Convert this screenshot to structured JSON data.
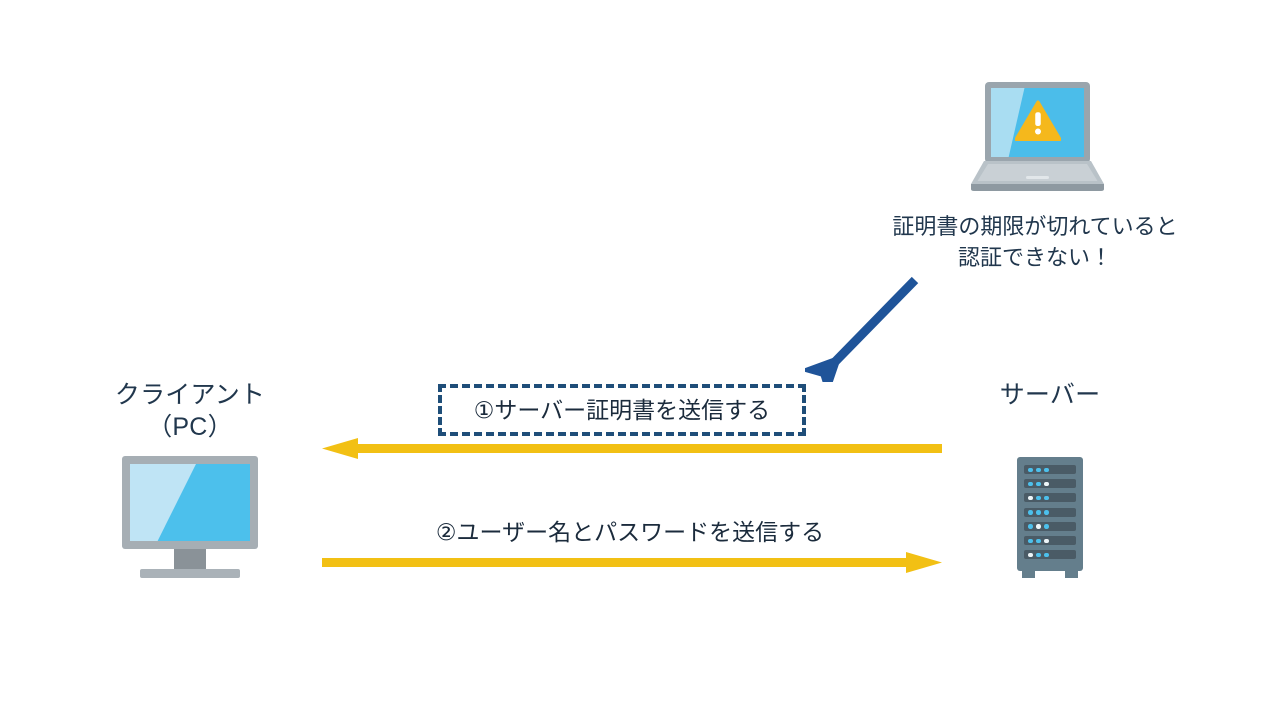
{
  "diagram": {
    "title_alt": "TLS certificate authentication flow diagram",
    "background_color": "#ffffff",
    "accent_colors": {
      "text_navy": "#21374d",
      "dashed_border_blue": "#1f4e79",
      "arrow_blue": "#1f5499",
      "arrow_yellow": "#f2c014",
      "screen_light_blue": "#bfe4f5",
      "screen_blue": "#4cc0ec",
      "warning_amber": "#f5b81c",
      "server_body": "#647e8c",
      "device_gray": "#a6aeb4"
    }
  },
  "nodes": {
    "client": {
      "label_line1": "クライアント",
      "label_line2": "（PC）",
      "icon_name": "desktop-monitor-icon"
    },
    "server": {
      "label": "サーバー",
      "icon_name": "server-tower-icon"
    },
    "laptop": {
      "icon_name": "laptop-warning-icon",
      "warning_glyph": "!"
    }
  },
  "annotation": {
    "warning_line1": "証明書の期限が切れていると",
    "warning_line2": "認証できない！",
    "pointer_icon": "blue-arrow-pointing-down-left"
  },
  "flows": [
    {
      "id": "flow-1",
      "label": "①サーバー証明書を送信する",
      "direction": "server-to-client",
      "arrow_color": "#f2c014",
      "boxed": true
    },
    {
      "id": "flow-2",
      "label": "②ユーザー名とパスワードを送信する",
      "direction": "client-to-server",
      "arrow_color": "#f2c014",
      "boxed": false
    }
  ],
  "server_leds": [
    [
      "cyan",
      "cyan",
      "cyan"
    ],
    [
      "cyan",
      "cyan",
      "white"
    ],
    [
      "white",
      "cyan",
      "cyan"
    ],
    [
      "cyan",
      "cyan",
      "cyan"
    ],
    [
      "cyan",
      "white",
      "cyan"
    ],
    [
      "cyan",
      "cyan",
      "white"
    ],
    [
      "white",
      "cyan",
      "cyan"
    ]
  ]
}
